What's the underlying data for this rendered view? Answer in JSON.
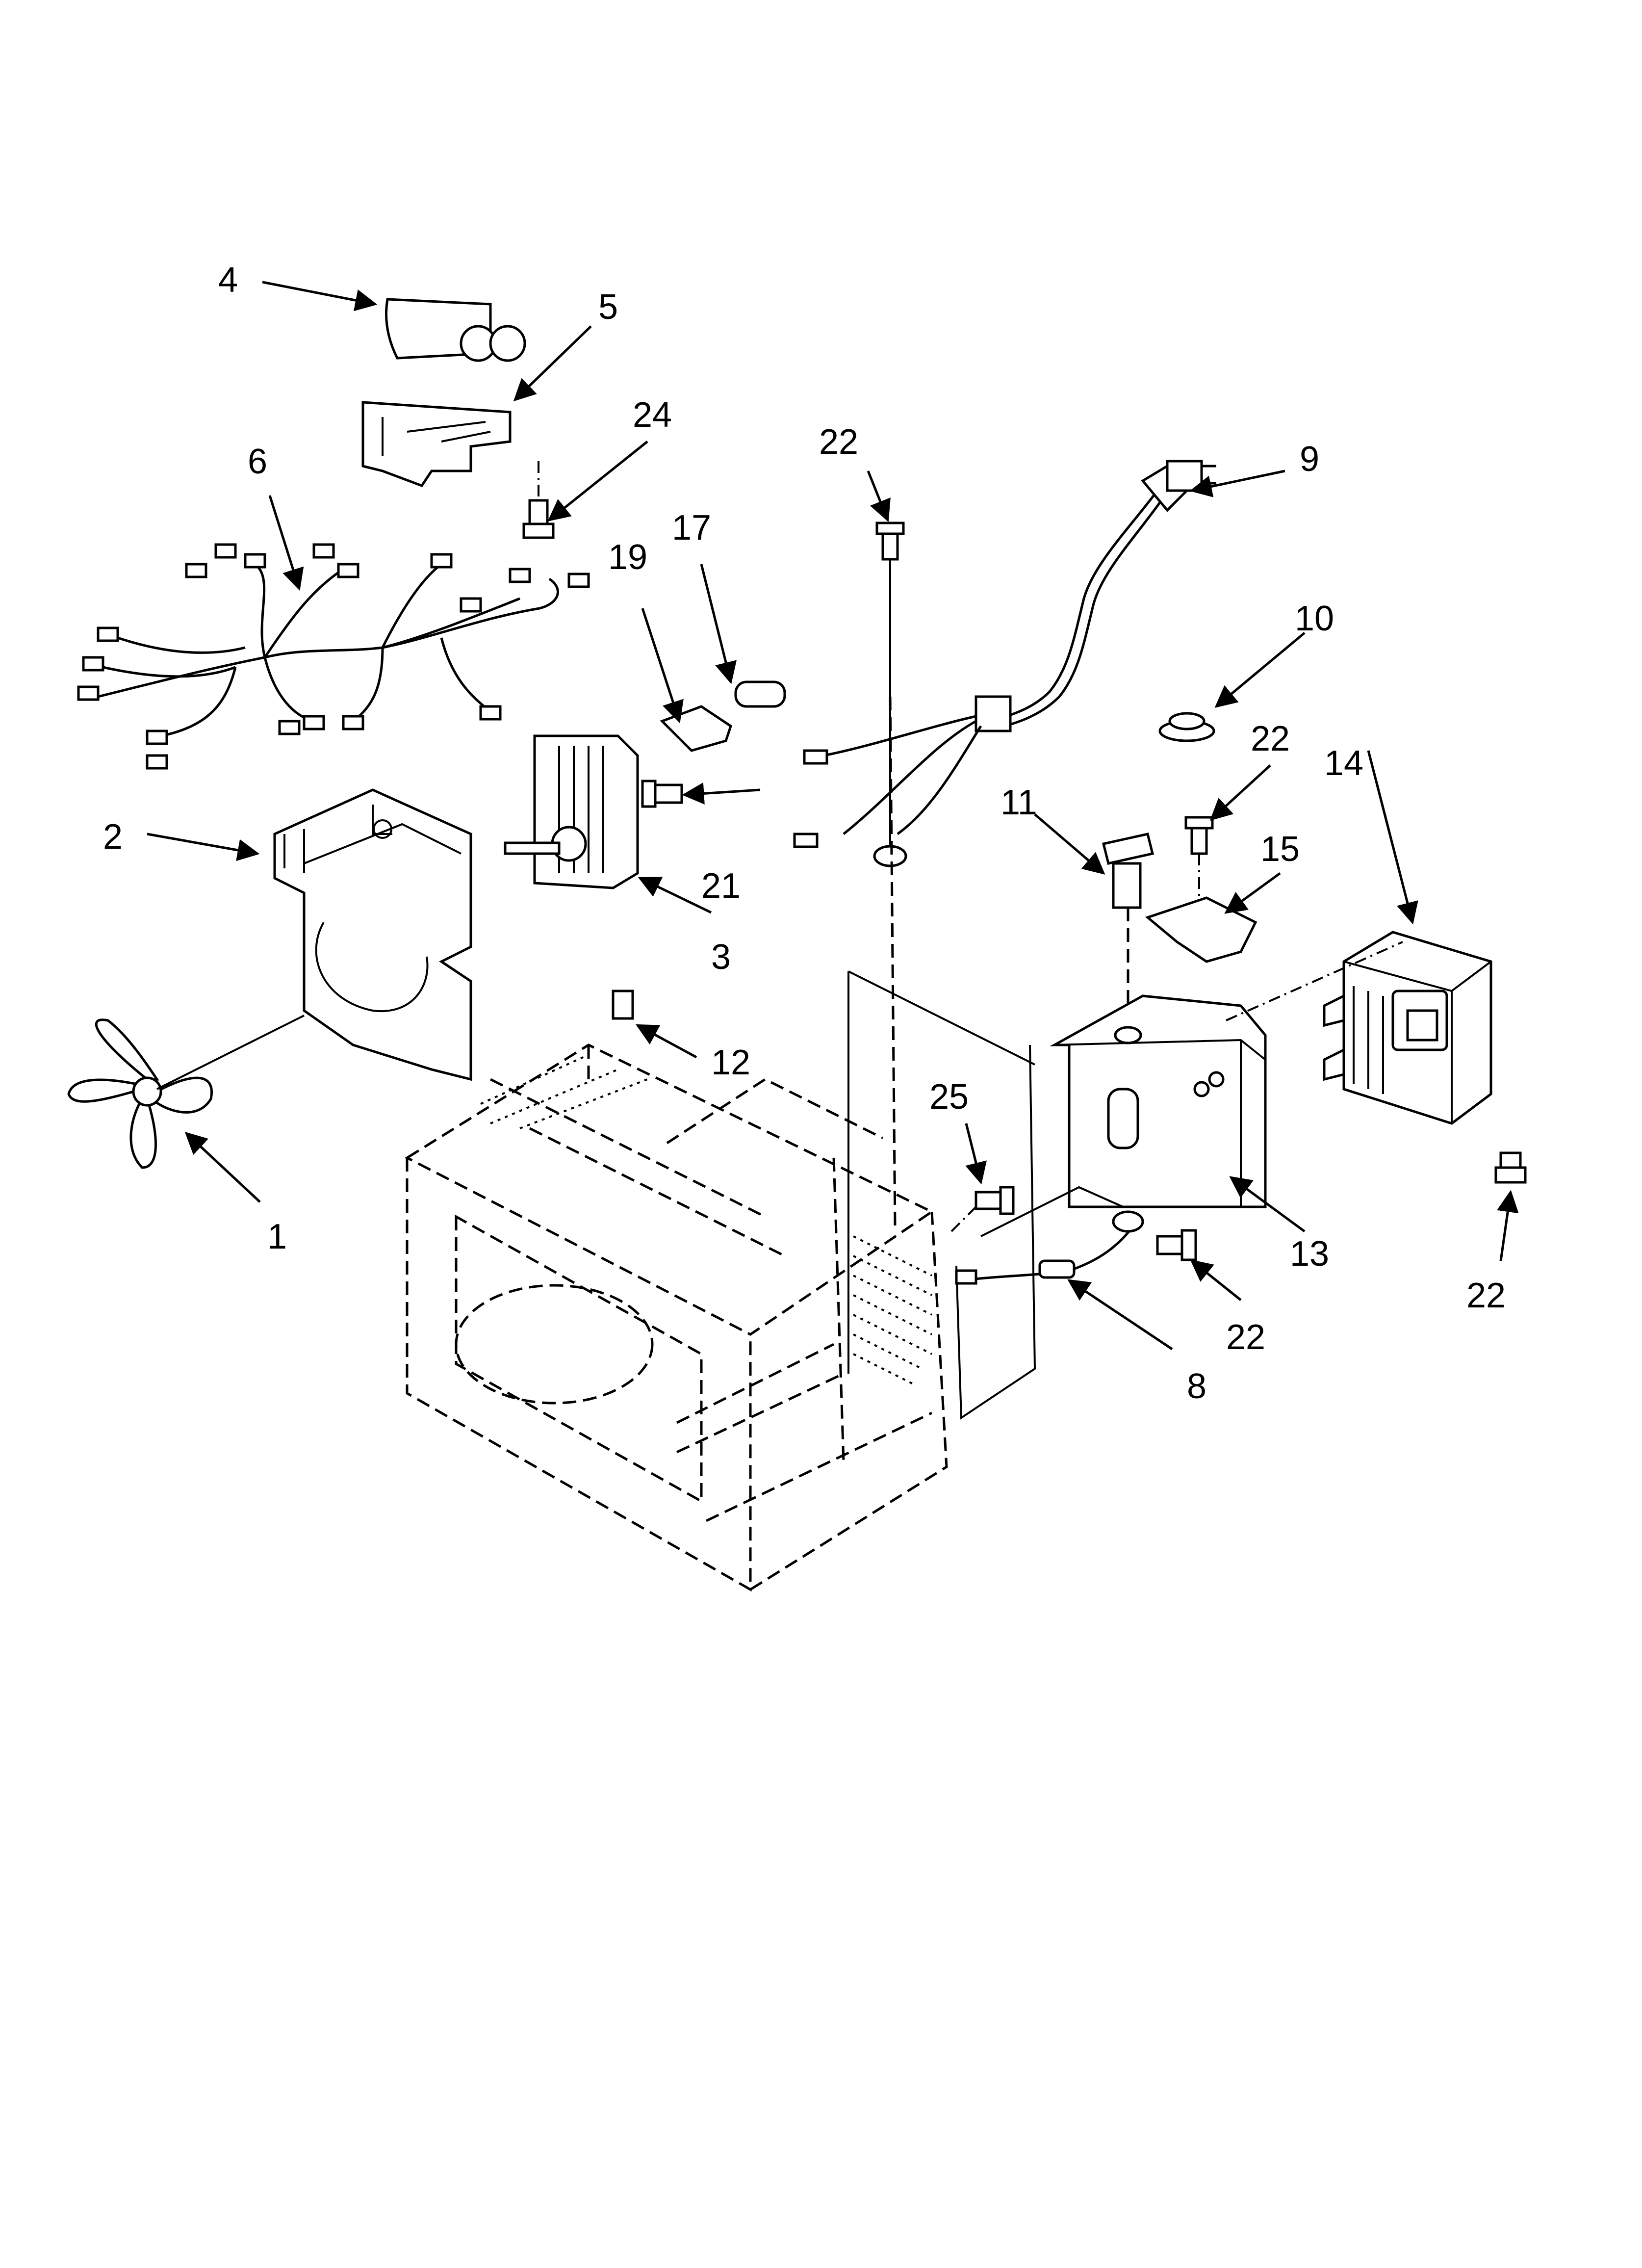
{
  "diagram": {
    "callouts": [
      {
        "id": "c1",
        "label": "1"
      },
      {
        "id": "c2",
        "label": "2"
      },
      {
        "id": "c3",
        "label": "3"
      },
      {
        "id": "c4",
        "label": "4"
      },
      {
        "id": "c5",
        "label": "5"
      },
      {
        "id": "c6",
        "label": "6"
      },
      {
        "id": "c8",
        "label": "8"
      },
      {
        "id": "c9",
        "label": "9"
      },
      {
        "id": "c10",
        "label": "10"
      },
      {
        "id": "c11",
        "label": "11"
      },
      {
        "id": "c12",
        "label": "12"
      },
      {
        "id": "c13",
        "label": "13"
      },
      {
        "id": "c14",
        "label": "14"
      },
      {
        "id": "c15",
        "label": "15"
      },
      {
        "id": "c17",
        "label": "17"
      },
      {
        "id": "c19",
        "label": "19"
      },
      {
        "id": "c21",
        "label": "21"
      },
      {
        "id": "c22a",
        "label": "22"
      },
      {
        "id": "c22b",
        "label": "22"
      },
      {
        "id": "c22c",
        "label": "22"
      },
      {
        "id": "c22d",
        "label": "22"
      },
      {
        "id": "c24",
        "label": "24"
      },
      {
        "id": "c25",
        "label": "25"
      }
    ]
  }
}
